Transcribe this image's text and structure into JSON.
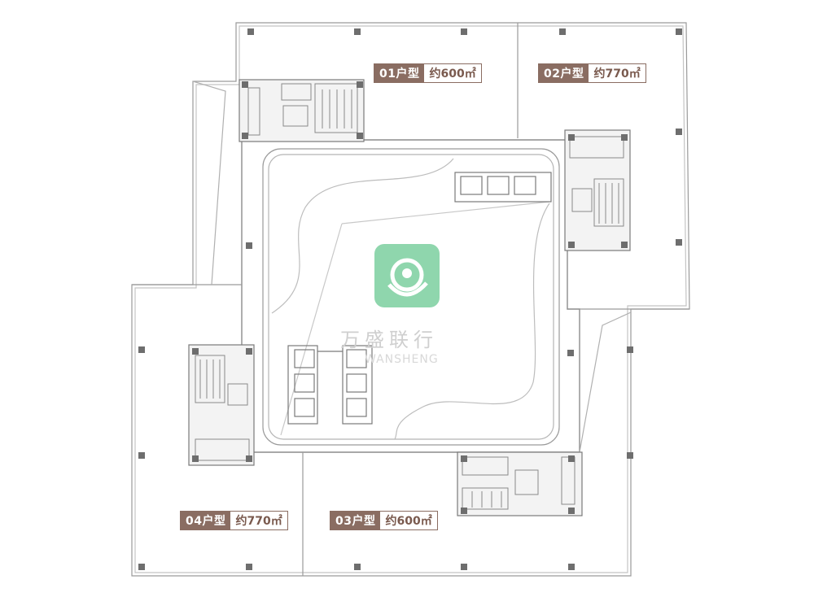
{
  "units": [
    {
      "id": "01",
      "type": "01户型",
      "area": "约600㎡"
    },
    {
      "id": "02",
      "type": "02户型",
      "area": "约770㎡"
    },
    {
      "id": "03",
      "type": "03户型",
      "area": "约600㎡"
    },
    {
      "id": "04",
      "type": "04户型",
      "area": "约770㎡"
    }
  ],
  "watermark": {
    "cn": "万盛联行",
    "en": "WANSHENG"
  },
  "colors": {
    "wall": "#8c8c8c",
    "column": "#6e6e6e",
    "label_bg": "#8a6d62",
    "logo": "#7fd0a0"
  }
}
